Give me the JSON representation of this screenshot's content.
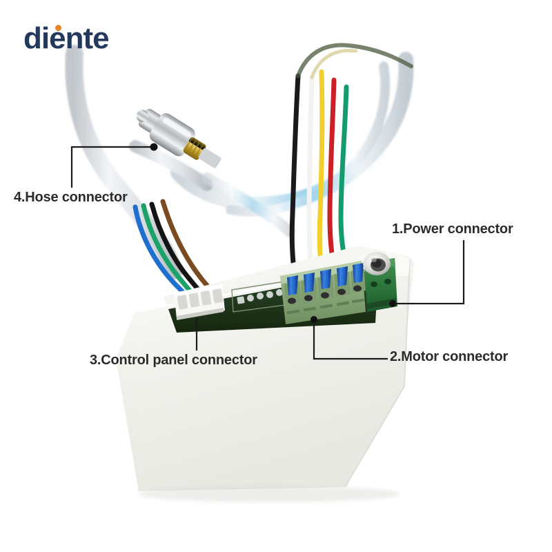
{
  "brand": {
    "name": "diente",
    "logo_color": "#23395d",
    "accent_color": "#e8842a"
  },
  "image": {
    "subject": "dental unit control box connector identification diagram",
    "background_color": "#ffffff",
    "device_color": "#f2f2ee"
  },
  "callouts": [
    {
      "id": "1",
      "label": "1.Power connector",
      "target": "green 2-pole power terminal block on right side of board"
    },
    {
      "id": "2",
      "label": "2.Motor connector",
      "target": "green 5-pole terminal block with blue ferrules"
    },
    {
      "id": "3",
      "label": "3.Control panel connector",
      "target": "white 4-pin connector on left of board"
    },
    {
      "id": "4",
      "label": "4.Hose connector",
      "target": "chrome metal hose fitting with brass thread"
    }
  ],
  "components": {
    "motor_terminal": {
      "poles": 5,
      "body_color": "#8fae7e",
      "ferrule_color": "#1f63c8",
      "wire_colors": [
        "#1a1a1a",
        "#f4f4f4",
        "#f2cf2a",
        "#cc1f26",
        "#149c6e"
      ]
    },
    "power_terminal": {
      "poles": 2,
      "body_color": "#2f7a3e"
    },
    "control_panel_connector": {
      "pins": 4,
      "body_color": "#f7f7f7",
      "wire_colors": [
        "#1f6fd0",
        "#1aa268",
        "#141414",
        "#7a4a21"
      ]
    },
    "pcb": {
      "color": "#1f3320",
      "pad_count": 5
    },
    "hose_fitting": {
      "metal_color": "#bfc3c6",
      "thread_color": "#c9a227"
    },
    "hoses": {
      "color": "#d6dade",
      "stripe_color": "#7fc4e8",
      "count": 3
    }
  },
  "leader_lines": {
    "color": "#1b1b1b",
    "dot_color": "#111111",
    "width": 2
  }
}
